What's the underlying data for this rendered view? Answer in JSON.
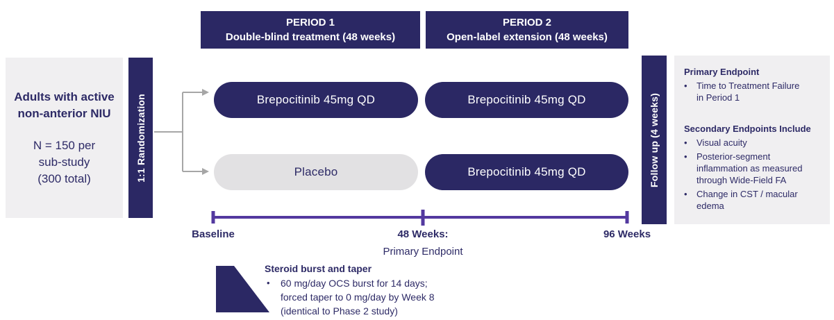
{
  "colors": {
    "navy": "#2b2864",
    "purple": "#53399f",
    "box-gray": "#f0eff1",
    "placebo-gray": "#e2e1e3",
    "arrow-gray": "#a6a6a6",
    "text-navy": "#2d2a66",
    "white": "#ffffff"
  },
  "periods": {
    "period1": {
      "title": "PERIOD 1",
      "subtitle": "Double-blind treatment (48 weeks)"
    },
    "period2": {
      "title": "PERIOD 2",
      "subtitle": "Open-label extension (48 weeks)"
    }
  },
  "population": {
    "headline": "Adults with active non-anterior NIU",
    "detail_lines": [
      "N = 150 per",
      "sub-study",
      "(300 total)"
    ]
  },
  "randomization_label": "1:1 Randomization",
  "followup_label": "Follow up (4 weeks)",
  "arms": {
    "p1_active": "Brepocitinib 45mg QD",
    "p2_top": "Brepocitinib 45mg QD",
    "p1_placebo": "Placebo",
    "p2_bottom": "Brepocitinib 45mg QD"
  },
  "timeline": {
    "start_label": "Baseline",
    "mid_label": "48 Weeks:",
    "mid_sublabel": "Primary Endpoint",
    "end_label": "96 Weeks"
  },
  "endpoints": {
    "primary_title": "Primary Endpoint",
    "primary_items": [
      "Time to Treatment Failure in Period 1"
    ],
    "secondary_title": "Secondary Endpoints Include",
    "secondary_items": [
      "Visual acuity",
      "Posterior-segment inflammation as measured through Wide-Field FA",
      "Change in CST / macular edema"
    ],
    "bullet_glyph": "•"
  },
  "steroid_note": {
    "title": "Steroid burst and taper",
    "bullet_glyph": "•",
    "bullet": "60 mg/day OCS burst for 14 days; forced taper to 0 mg/day by Week 8 (identical to Phase 2 study)"
  }
}
